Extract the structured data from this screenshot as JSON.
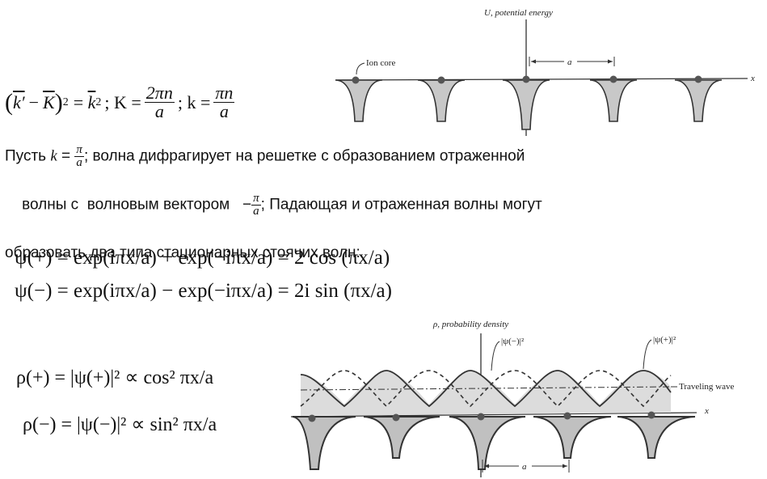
{
  "formula_top": {
    "k_prime": "k′",
    "minus": "−",
    "K_vec": "K",
    "squared": "2",
    "equals_k2": "= ",
    "k_vec": "k",
    "k_sq_exp": "2",
    "sep1": "; K =",
    "K_num": "2πn",
    "K_den": "a",
    "sep2": "; k =",
    "k_num": "πn",
    "k_den": "a"
  },
  "paragraph": {
    "part1": "Пусть ",
    "k_var": "k",
    "eq": " = ",
    "frac1_num": "π",
    "frac1_den": "a",
    "part2": "; волна дифрагирует на решетке с образованием отраженной",
    "line2_start": "волны с  волновым вектором   −",
    "frac2_num": "π",
    "frac2_den": "a",
    "line2_end": "; Падающая и отраженная волны могут",
    "line3": "образовать два типа стационарных стоячих волн:"
  },
  "equations": {
    "psi_plus": "ψ(+) = exp(iπx/a) + exp(−iπx/a) = 2 cos (πx/a)",
    "psi_minus": "ψ(−) = exp(iπx/a) − exp(−iπx/a) = 2i sin (πx/a)",
    "rho_plus": "ρ(+) = |ψ(+)|² ∝ cos² πx/a",
    "rho_minus": "ρ(−) = |ψ(−)|² ∝ sin² πx/a"
  },
  "figure_top": {
    "axis_title": "U, potential energy",
    "ion_core_label": "Ion core",
    "period_label": "a",
    "x_label": "x"
  },
  "figure_bottom": {
    "axis_title": "ρ, probability density",
    "psi_minus_label": "|ψ(−)|²",
    "psi_plus_label": "|ψ(+)|²",
    "traveling_label": "Traveling wave",
    "period_label": "a",
    "x_label": "x"
  },
  "colors": {
    "text": "#111111",
    "well_fill": "#c8c8c8",
    "well_stroke": "#444444",
    "ion_dot": "#555555"
  }
}
